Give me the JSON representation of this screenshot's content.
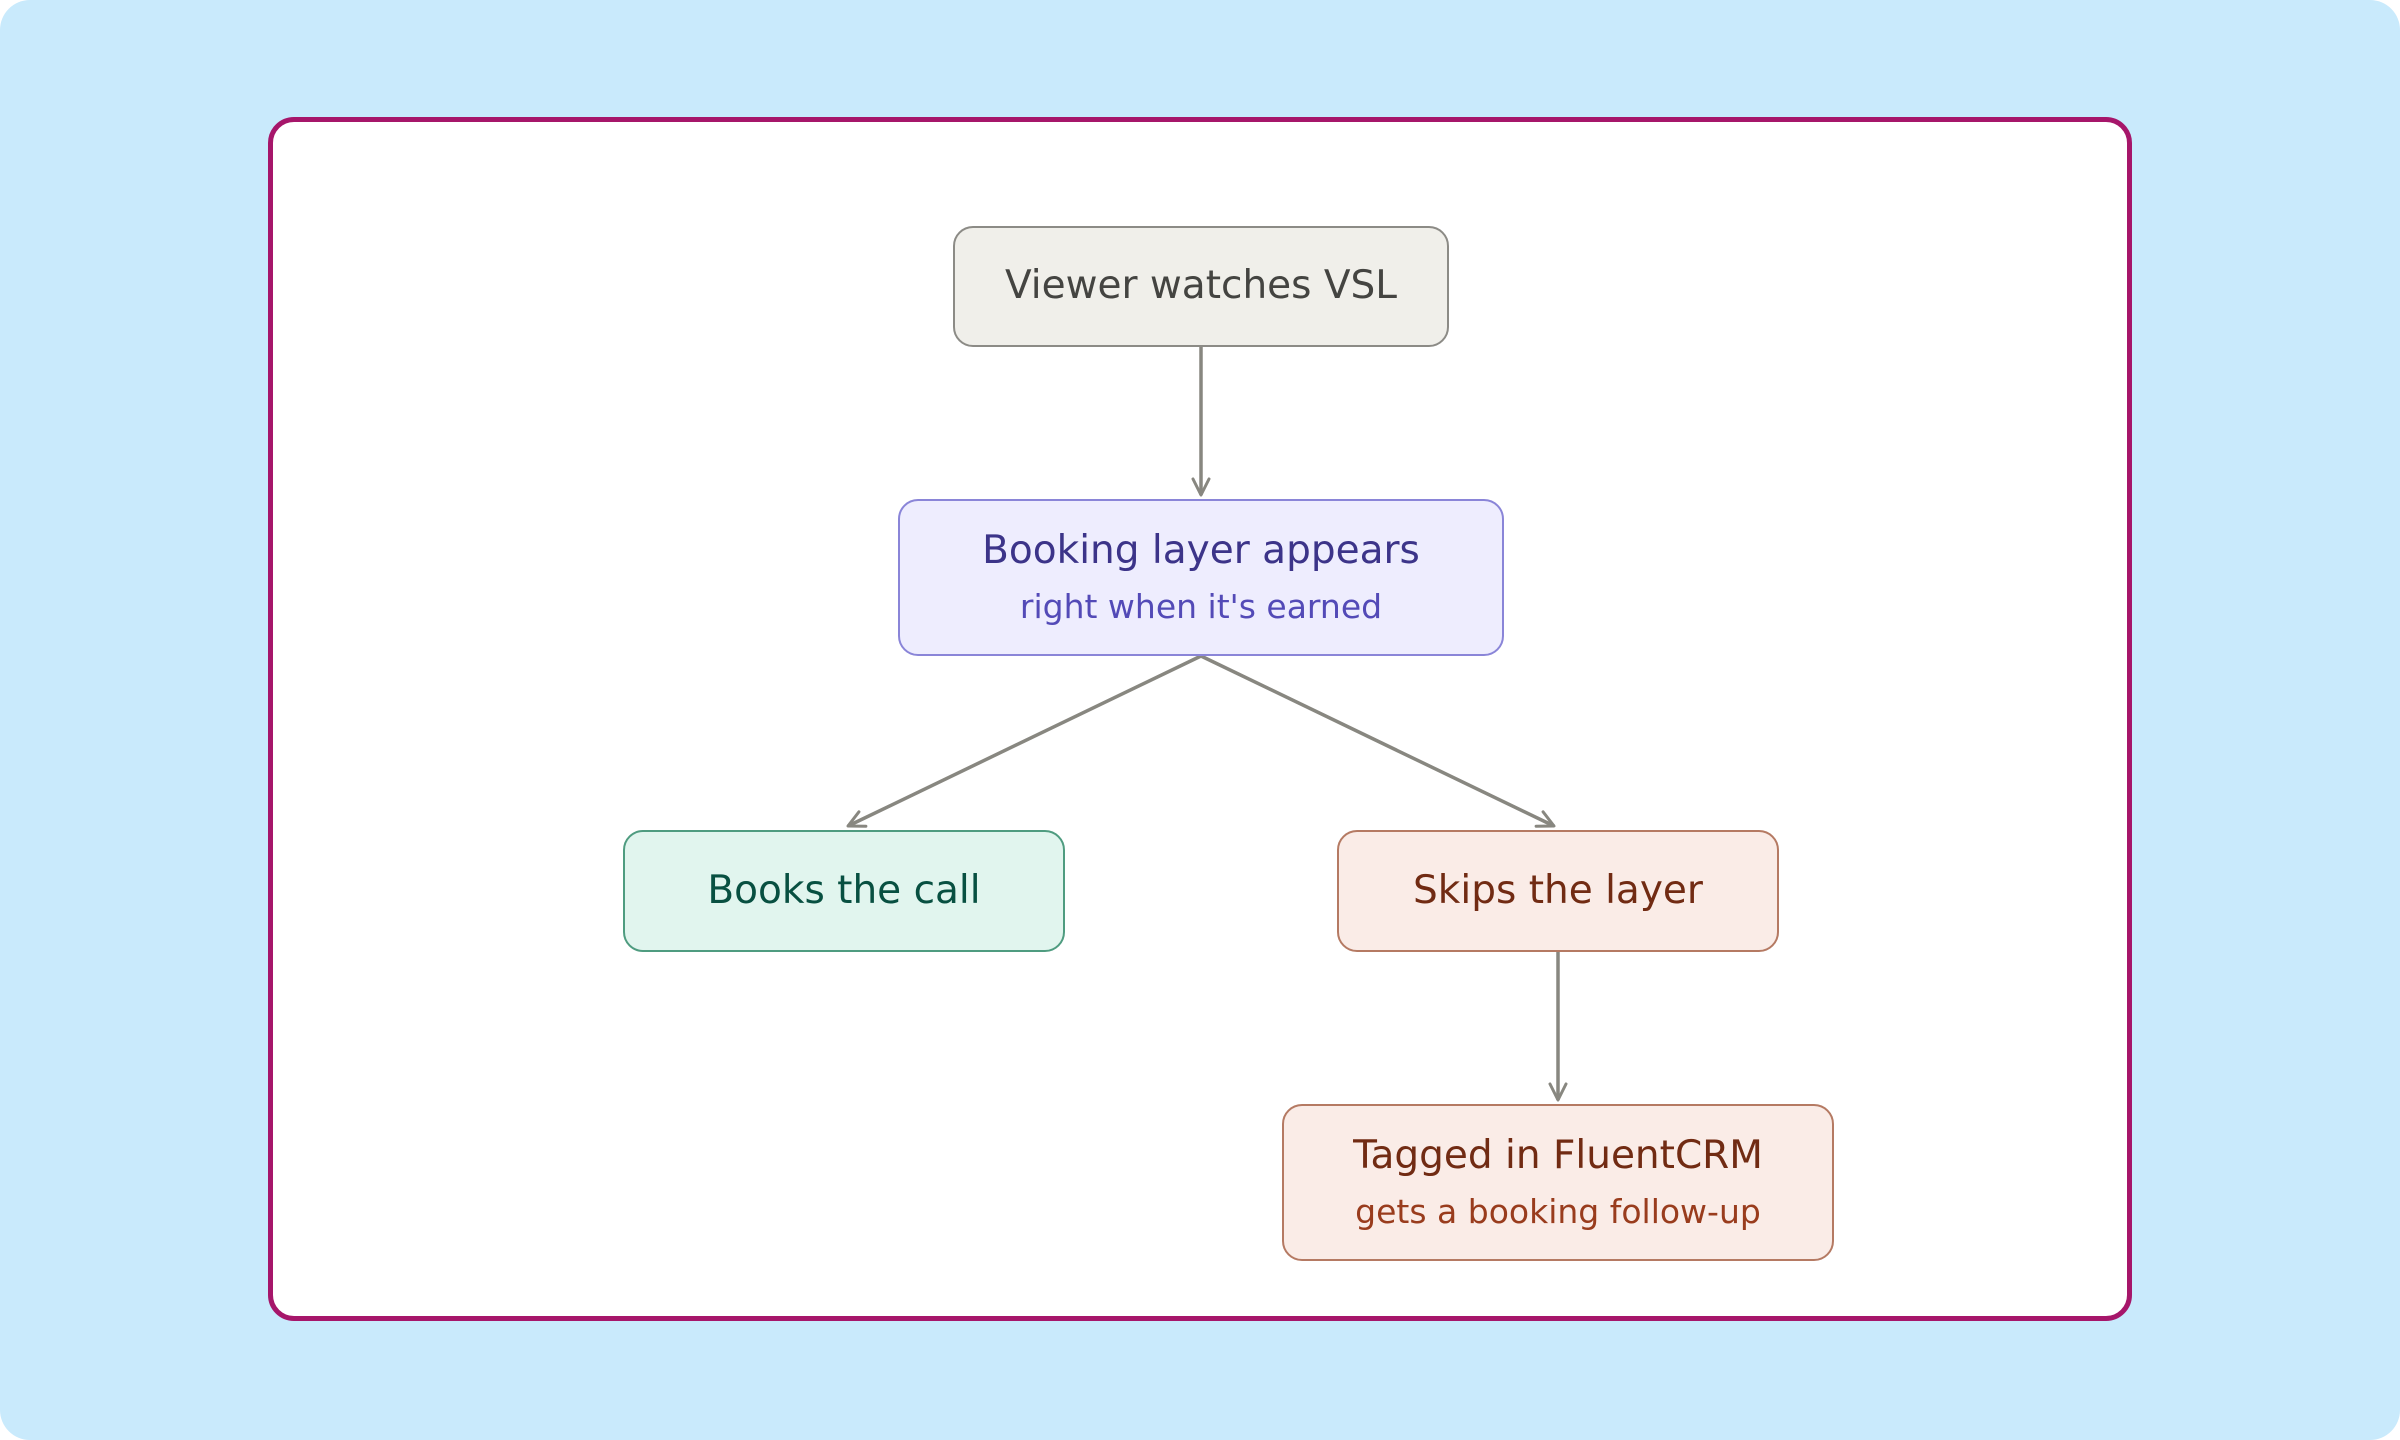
{
  "diagram": {
    "nodes": {
      "start": {
        "title": "Viewer watches VSL"
      },
      "booking": {
        "title": "Booking layer appears",
        "subtitle": "right when it's earned"
      },
      "books": {
        "title": "Books the call"
      },
      "skips": {
        "title": "Skips the layer"
      },
      "tagged": {
        "title": "Tagged in FluentCRM",
        "subtitle": "gets a booking follow-up"
      }
    },
    "edges": [
      {
        "from": "start",
        "to": "booking"
      },
      {
        "from": "booking",
        "to": "books"
      },
      {
        "from": "booking",
        "to": "skips"
      },
      {
        "from": "skips",
        "to": "tagged"
      }
    ]
  },
  "colors": {
    "background": "#c9eafc",
    "card_border": "#a6166a",
    "connector": "#888780"
  }
}
